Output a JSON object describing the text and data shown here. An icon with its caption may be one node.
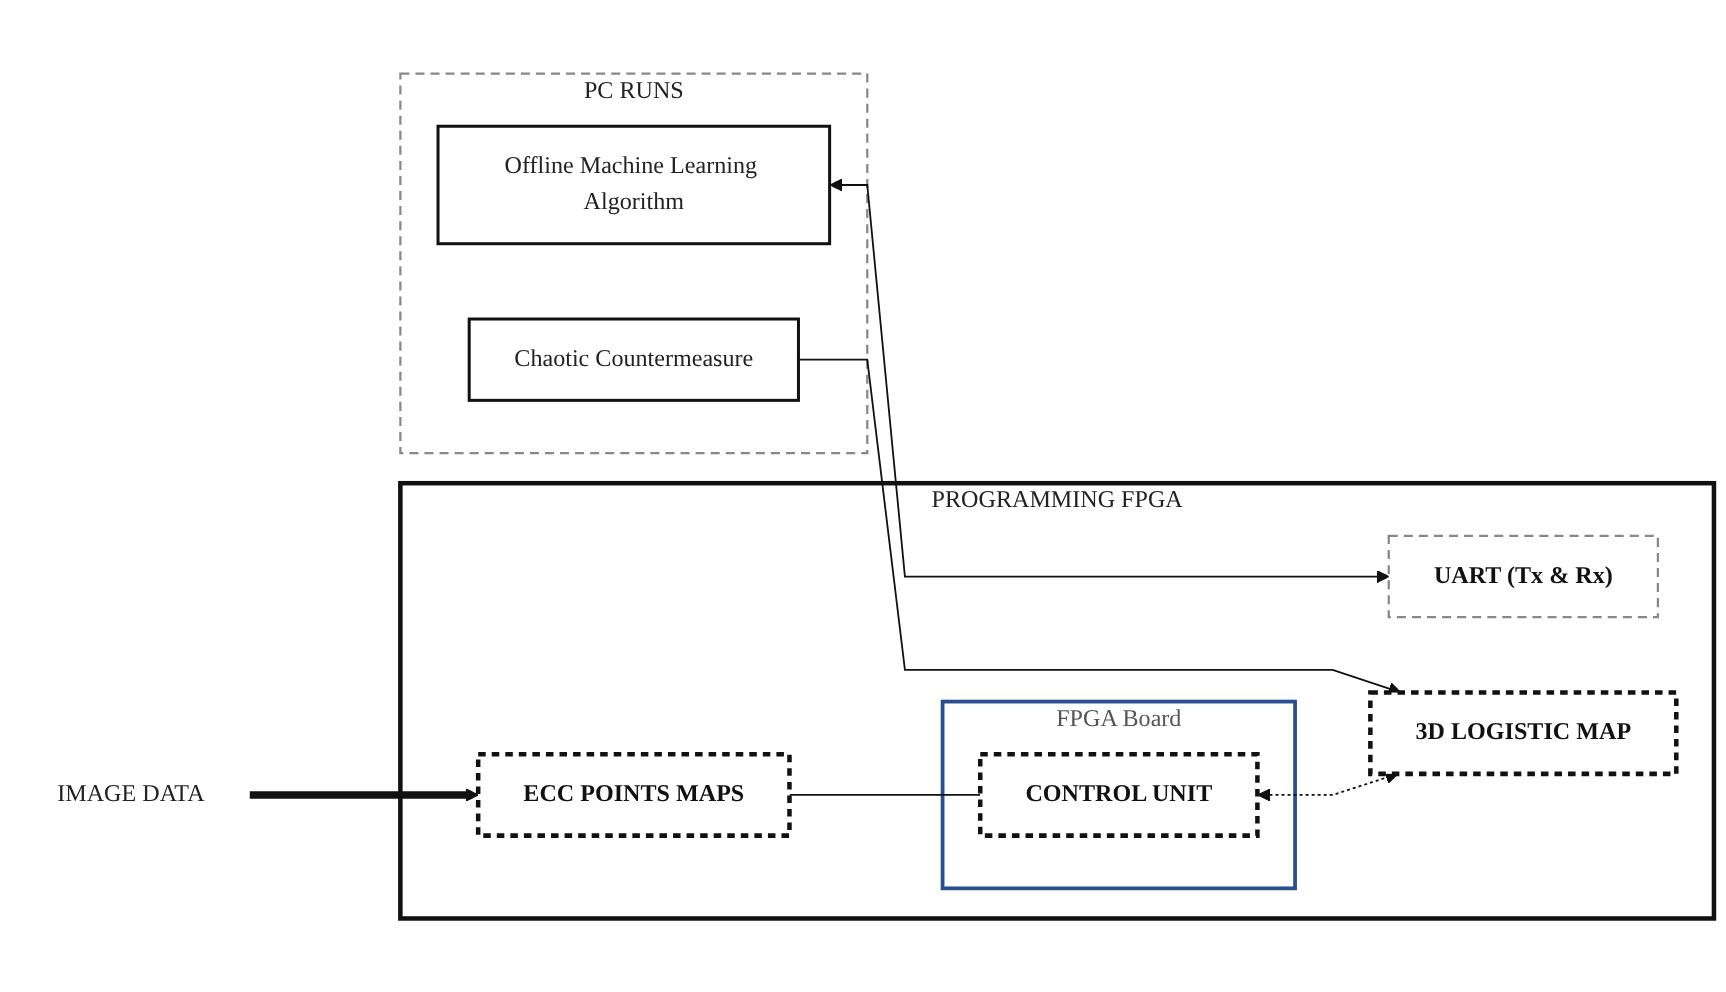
{
  "diagram": {
    "nodes": [
      {
        "text": [
          "IMAGE DATA"
        ]
      },
      {
        "text": [
          "PROGRAMMING FPGA"
        ]
      },
      {
        "text": [
          "ECC POINTS MAPS"
        ],
        "in": 1
      },
      {
        "text": [
          "FPGA Board"
        ],
        "in": 1
      },
      {
        "text": [
          "CONTROL UNIT"
        ],
        "in": 3
      },
      {
        "text": [
          "UART (Tx & Rx)"
        ],
        "in": 1
      },
      {
        "text": [
          "3D LOGISTIC MAP"
        ],
        "in": 1
      },
      {
        "text": [
          "PC RUNS"
        ]
      },
      {
        "text": [
          "Offline Machine Learning Algorithm"
        ],
        "in": 7
      },
      {
        "text": [
          "Chaotic Countermeasure"
        ],
        "in": 7
      }
    ],
    "edges": [
      {
        "from": 0,
        "to": 2,
        "arrow": "to",
        "style": "thick"
      },
      {
        "from": 2,
        "to": 4,
        "arrow": "none"
      },
      {
        "from": 4,
        "to": 6,
        "arrow": "both",
        "style": "dashed"
      },
      {
        "from": 8,
        "to": 5,
        "arrow": "both"
      },
      {
        "from": 9,
        "to": 6,
        "arrow": "to"
      }
    ]
  }
}
